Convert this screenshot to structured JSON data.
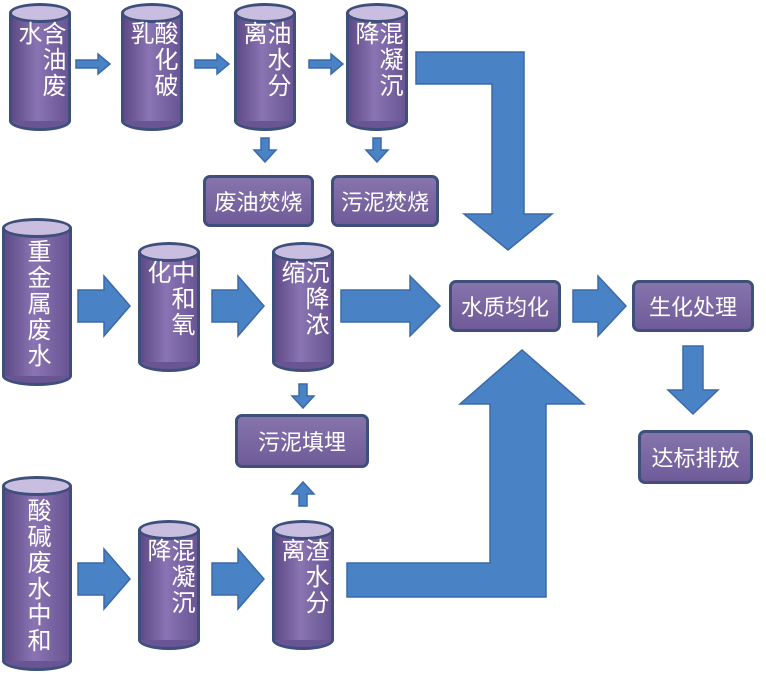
{
  "colors": {
    "node_fill": "#7b67a5",
    "node_border": "#3d4f7a",
    "arrow_fill": "#4a82c6"
  },
  "nodes": {
    "oily_wastewater": "含油废水",
    "acid_demulsify": "酸化破乳",
    "oil_water_separation": "油水分离",
    "coagulation_1": "混凝沉降",
    "waste_oil_incineration": "废油焚烧",
    "sludge_incineration": "污泥焚烧",
    "heavy_metal_wastewater": "重金属废水",
    "neutralize_oxidize": "中和氧化",
    "settle_thicken": "沉降浓缩",
    "water_equalization": "水质均化",
    "biochemical_treatment": "生化处理",
    "sludge_landfill": "污泥填埋",
    "compliant_discharge": "达标排放",
    "acid_base_neutralize": "酸碱废水中和",
    "coagulation_2": "混凝沉降",
    "slag_water_separation": "渣水分离"
  }
}
